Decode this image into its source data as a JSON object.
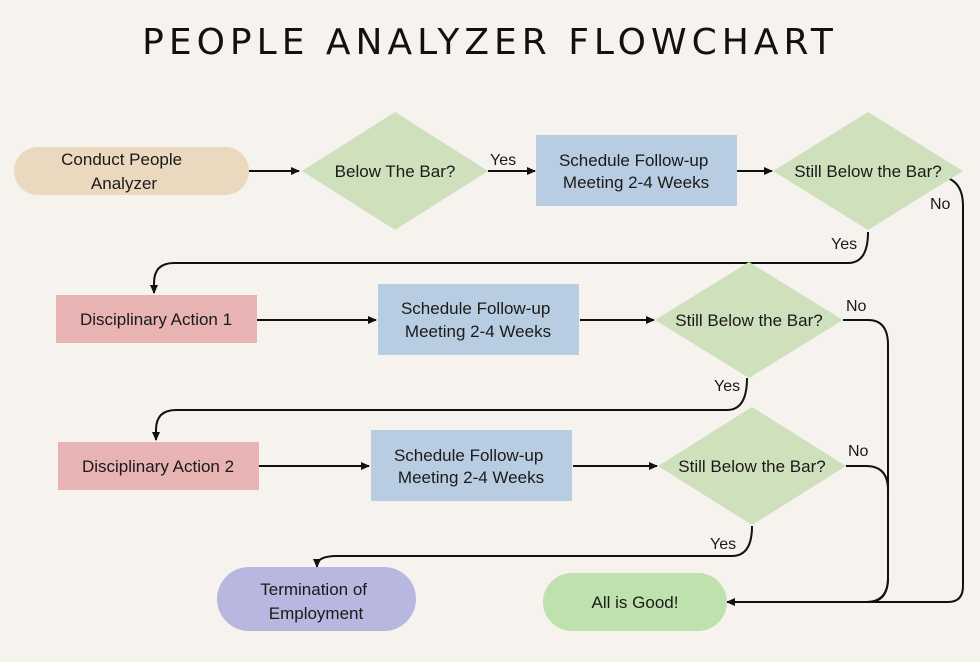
{
  "title": "PEOPLE ANALYZER FLOWCHART",
  "colors": {
    "background": "#f6f2ee",
    "start": "#ead8bf",
    "decision": "#cfe0bc",
    "process": "#b9cde2",
    "action": "#e8b3b3",
    "termination": "#b7b7e0",
    "good": "#bfe1ad"
  },
  "nodes": {
    "conduct": [
      "Conduct People",
      "Analyzer"
    ],
    "below_bar": [
      "Below The Bar?"
    ],
    "followup_1": [
      "Schedule Follow-up",
      "Meeting 2-4 Weeks"
    ],
    "still_below_1": [
      "Still Below the Bar?"
    ],
    "disciplinary_1": [
      "Disciplinary Action 1"
    ],
    "followup_2": [
      "Schedule Follow-up",
      "Meeting 2-4 Weeks"
    ],
    "still_below_2": [
      "Still Below the Bar?"
    ],
    "disciplinary_2": [
      "Disciplinary Action 2"
    ],
    "followup_3": [
      "Schedule Follow-up",
      "Meeting 2-4 Weeks"
    ],
    "still_below_3": [
      "Still Below the Bar?"
    ],
    "termination": [
      "Termination of",
      "Employment"
    ],
    "all_good": [
      "All is Good!"
    ]
  },
  "edge_labels": {
    "below_bar_yes": "Yes",
    "still_below_1_yes": "Yes",
    "still_below_1_no": "No",
    "still_below_2_yes": "Yes",
    "still_below_2_no": "No",
    "still_below_3_yes": "Yes",
    "still_below_3_no": "No"
  }
}
